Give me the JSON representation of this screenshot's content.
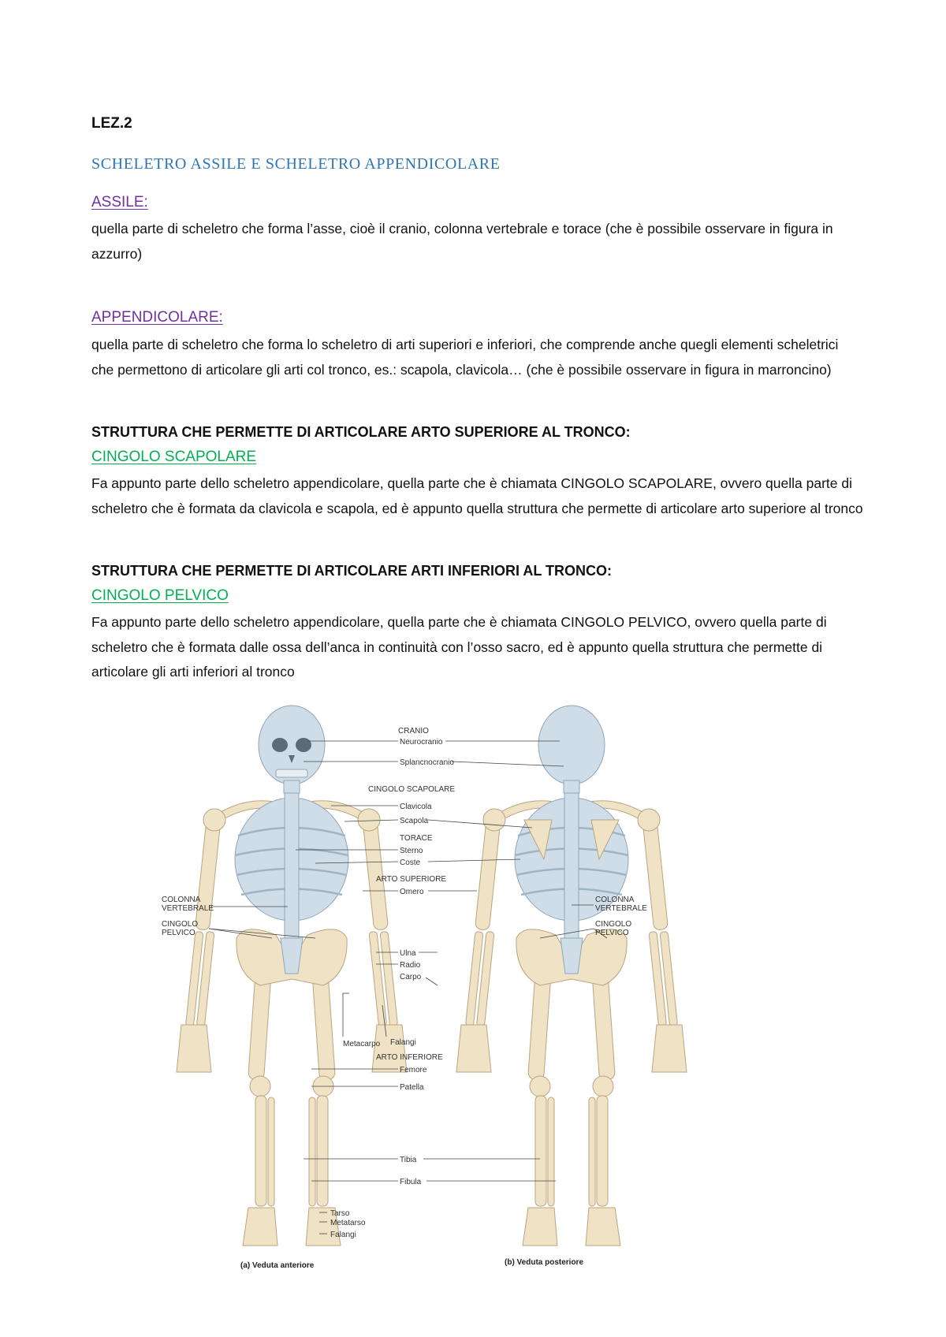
{
  "doc": {
    "lesson": "LEZ.2",
    "title": "SCHELETRO ASSILE E SCHELETRO APPENDICOLARE",
    "assile": {
      "heading": "ASSILE:",
      "text": "quella parte di scheletro che forma l’asse, cioè il cranio, colonna vertebrale e torace (che è possibile osservare in figura in azzurro)"
    },
    "appendicolare": {
      "heading": "APPENDICOLARE:",
      "text": "quella parte di scheletro che forma lo scheletro di arti superiori e inferiori, che comprende anche quegli elementi scheletrici che permettono di articolare gli arti col tronco, es.: scapola, clavicola… (che è possibile osservare in figura in marroncino)"
    },
    "sup": {
      "heading": "STRUTTURA CHE PERMETTE DI ARTICOLARE ARTO SUPERIORE AL TRONCO:",
      "subheading": "CINGOLO SCAPOLARE",
      "text": "Fa appunto parte dello scheletro appendicolare, quella parte che è chiamata CINGOLO SCAPOLARE, ovvero quella parte di scheletro che è formata da clavicola e scapola, ed è appunto quella struttura che permette di articolare arto superiore al tronco"
    },
    "inf": {
      "heading": "STRUTTURA CHE PERMETTE DI ARTICOLARE ARTI INFERIORI AL TRONCO:",
      "subheading": "CINGOLO PELVICO",
      "text": "Fa appunto parte dello scheletro appendicolare, quella parte che è chiamata CINGOLO PELVICO, ovvero quella parte di scheletro che è formata dalle ossa dell’anca in continuità con l’osso sacro, ed è appunto quella struttura che permette di articolare gli arti inferiori al tronco"
    }
  },
  "figure": {
    "colors": {
      "axial": "#cfdde8",
      "appendicular": "#f0e2c4",
      "outline": "#b9a57f"
    },
    "labels": {
      "cranio": "CRANIO",
      "neurocranio": "Neurocranio",
      "splancnocranio": "Splancnocranio",
      "cingolo_scapolare": "CINGOLO SCAPOLARE",
      "clavicola": "Clavicola",
      "scapola": "Scapola",
      "torace": "TORACE",
      "sterno": "Sterno",
      "coste": "Coste",
      "arto_superiore": "ARTO SUPERIORE",
      "omero": "Omero",
      "colonna_1": "COLONNA",
      "colonna_2": "VERTEBRALE",
      "cingolo_p_1": "CINGOLO",
      "cingolo_p_2": "PELVICO",
      "ulna": "Ulna",
      "radio": "Radio",
      "carpo": "Carpo",
      "metacarpo": "Metacarpo",
      "falangi": "Falangi",
      "arto_inferiore": "ARTO INFERIORE",
      "femore": "Femore",
      "patella": "Patella",
      "tibia": "Tibia",
      "fibula": "Fibula",
      "tarso": "Tarso",
      "metatarso": "Metatarso",
      "falangi_piede": "Falangi",
      "caption_a": "(a) Veduta anteriore",
      "caption_b": "(b) Veduta posteriore"
    }
  }
}
